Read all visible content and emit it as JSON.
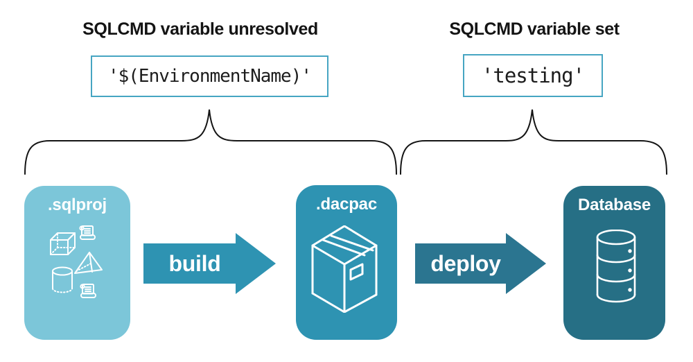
{
  "annotations": {
    "unresolved": {
      "title": "SQLCMD variable unresolved",
      "code": "'$(EnvironmentName)'"
    },
    "resolved": {
      "title": "SQLCMD variable set",
      "code": "'testing'"
    }
  },
  "pipeline": {
    "nodes": [
      {
        "id": "sqlproj",
        "label": ".sqlproj",
        "icon": "sql-objects-icon",
        "color": "#7cc6d9"
      },
      {
        "id": "dacpac",
        "label": ".dacpac",
        "icon": "package-box-icon",
        "color": "#2e93b2"
      },
      {
        "id": "database",
        "label": "Database",
        "icon": "database-cylinder-icon",
        "color": "#266f85"
      }
    ],
    "arrows": [
      {
        "label": "build",
        "color": "#2e93b2"
      },
      {
        "label": "deploy",
        "color": "#2b7590"
      }
    ]
  },
  "colors": {
    "background": "#ffffff",
    "heading_text": "#141414",
    "code_text": "#1c1c1c",
    "code_box_border": "#46a5c2",
    "brace_stroke": "#141414",
    "node_label_text": "#ffffff",
    "arrow_label_text": "#ffffff",
    "icon_stroke": "#ffffff"
  }
}
